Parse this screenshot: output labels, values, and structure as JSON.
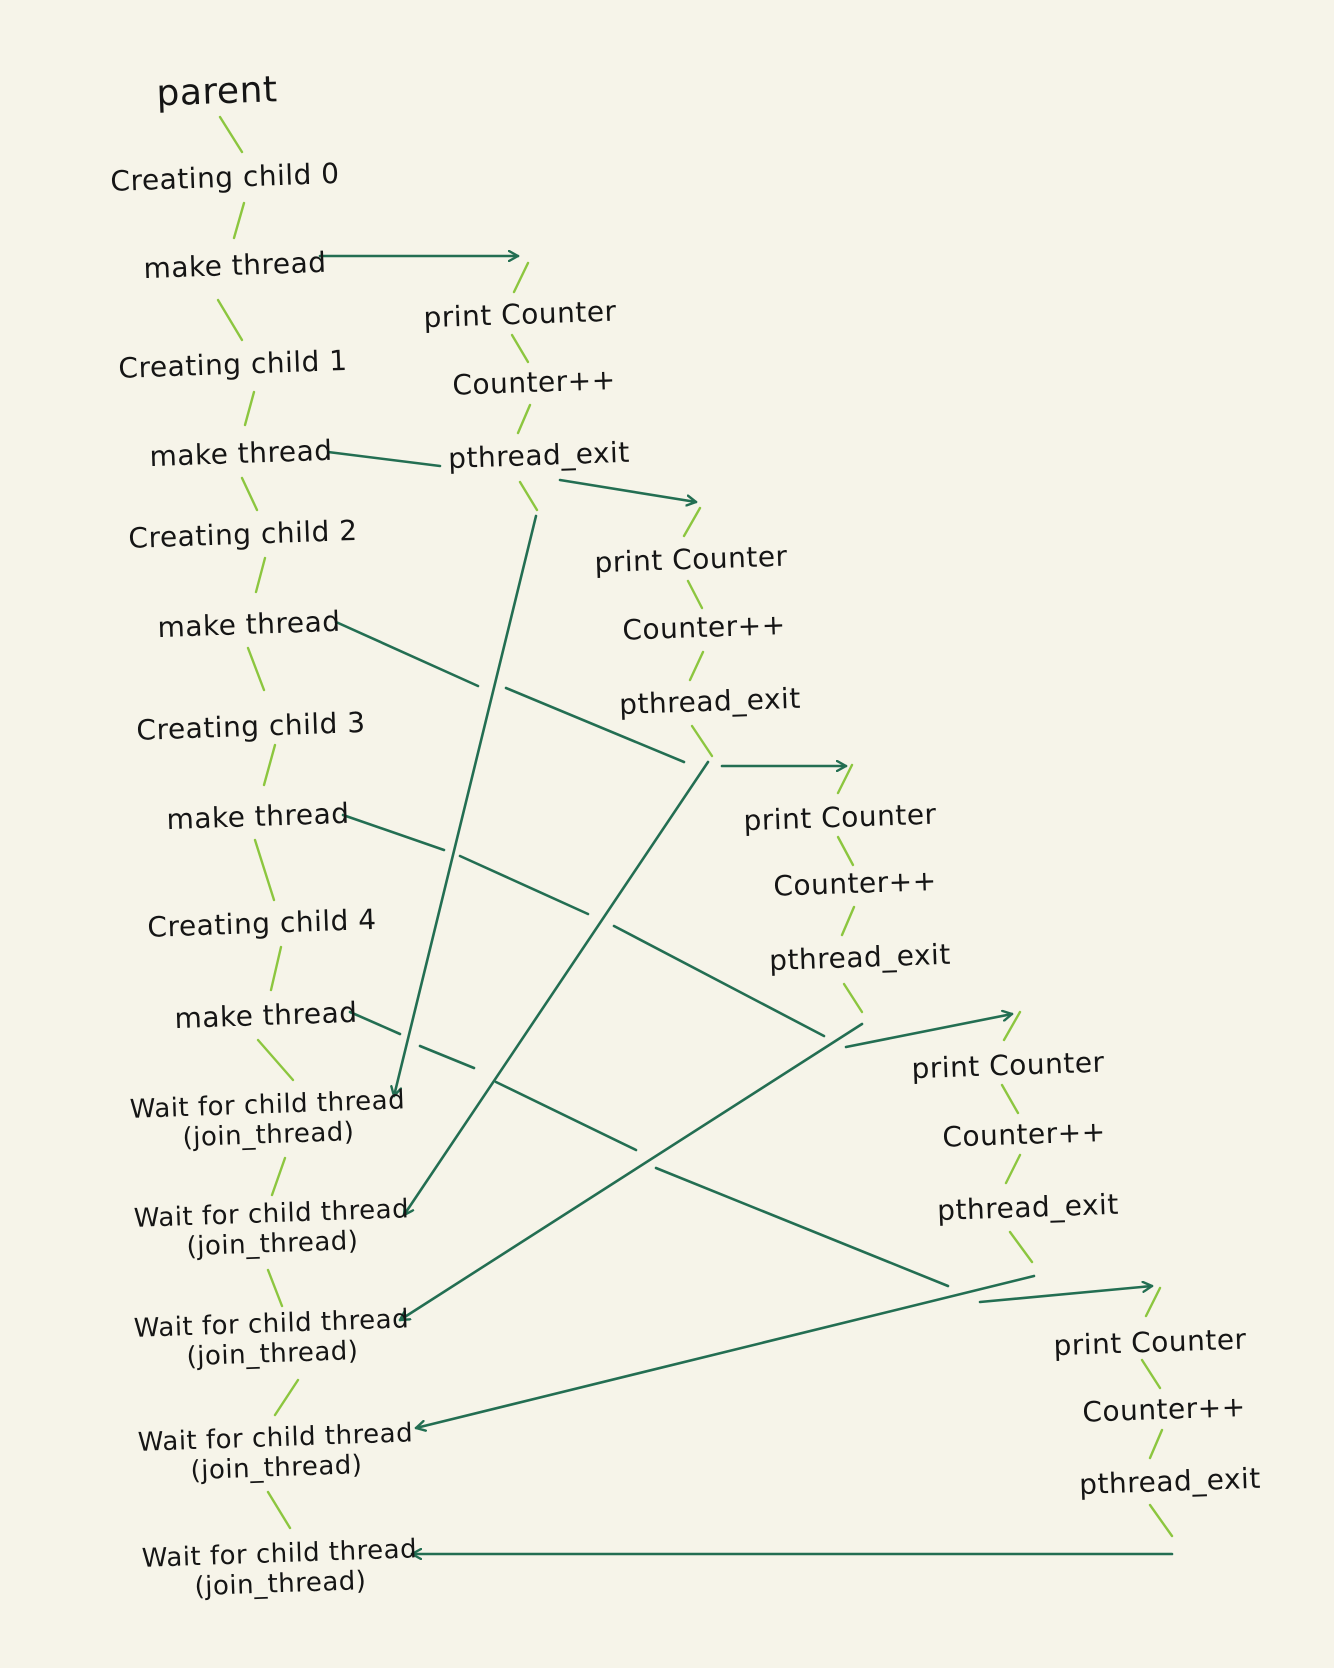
{
  "colors": {
    "background": "#f6f4e9",
    "flow_line": "#8cc63f",
    "arrow": "#236e52",
    "text": "#151515"
  },
  "parent": {
    "title": "parent",
    "steps": [
      "Creating child 0",
      "make thread",
      "Creating child 1",
      "make thread",
      "Creating child 2",
      "make thread",
      "Creating child 3",
      "make thread",
      "Creating child 4",
      "make thread"
    ],
    "waits": [
      {
        "line1": "Wait for child thread",
        "line2": "(join_thread)"
      },
      {
        "line1": "Wait for child thread",
        "line2": "(join_thread)"
      },
      {
        "line1": "Wait for child thread",
        "line2": "(join_thread)"
      },
      {
        "line1": "Wait for child thread",
        "line2": "(join_thread)"
      },
      {
        "line1": "Wait for child thread",
        "line2": "(join_thread)"
      }
    ]
  },
  "threads": [
    {
      "steps": [
        "print Counter",
        "Counter++",
        "pthread_exit"
      ]
    },
    {
      "steps": [
        "print Counter",
        "Counter++",
        "pthread_exit"
      ]
    },
    {
      "steps": [
        "print Counter",
        "Counter++",
        "pthread_exit"
      ]
    },
    {
      "steps": [
        "print Counter",
        "Counter++",
        "pthread_exit"
      ]
    },
    {
      "steps": [
        "print Counter",
        "Counter++",
        "pthread_exit"
      ]
    }
  ]
}
